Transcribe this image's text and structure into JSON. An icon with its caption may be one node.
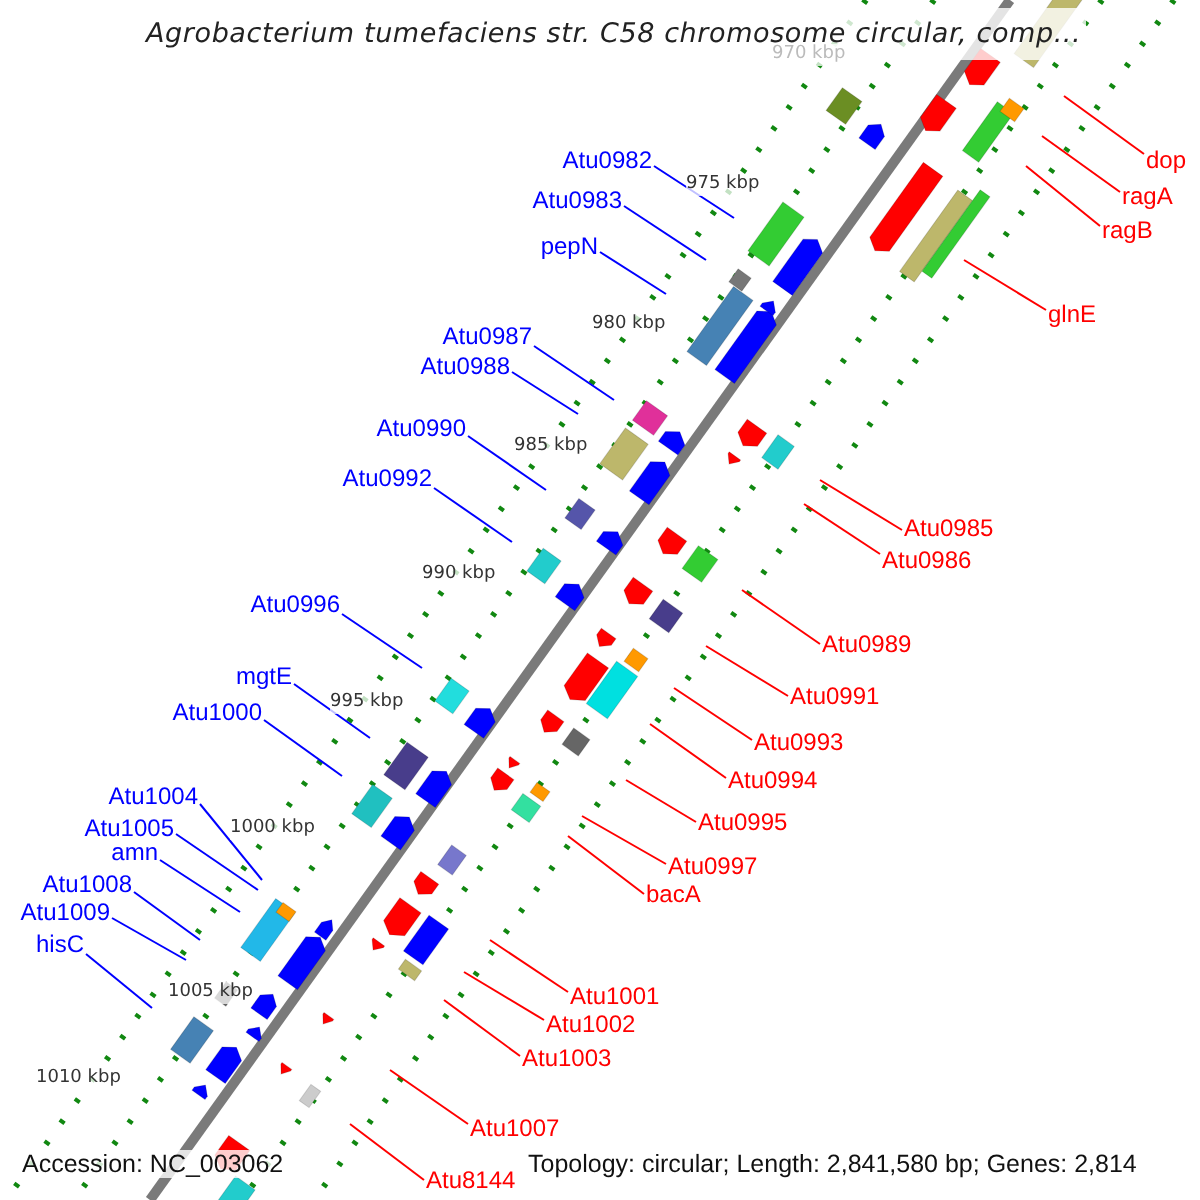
{
  "diagram": {
    "title": "Agrobacterium tumefaciens str. C58 chromosome circular, comp...",
    "nodes": [
      {
        "text": [
          "Atu0982"
        ]
      },
      {
        "text": [
          "dop"
        ]
      },
      {
        "text": [
          "ragA"
        ]
      },
      {
        "text": [
          "Atu0983"
        ]
      },
      {
        "text": [
          "ragB"
        ]
      },
      {
        "text": [
          "pepN"
        ]
      },
      {
        "text": [
          "glnE"
        ]
      },
      {
        "text": [
          "Atu0987"
        ]
      },
      {
        "text": [
          "Atu0988"
        ]
      },
      {
        "text": [
          "Atu0990"
        ]
      },
      {
        "text": [
          "Atu0992"
        ]
      },
      {
        "text": [
          "Atu0985"
        ]
      },
      {
        "text": [
          "Atu0986"
        ]
      },
      {
        "text": [
          "Atu0996"
        ]
      },
      {
        "text": [
          "Atu0989"
        ]
      },
      {
        "text": [
          "mgtE"
        ]
      },
      {
        "text": [
          "Atu0991"
        ]
      },
      {
        "text": [
          "Atu1000"
        ]
      },
      {
        "text": [
          "Atu0993"
        ]
      },
      {
        "text": [
          "Atu0994"
        ]
      },
      {
        "text": [
          "Atu1004"
        ]
      },
      {
        "text": [
          "Atu0995"
        ]
      },
      {
        "text": [
          "Atu1005"
        ]
      },
      {
        "text": [
          "amn"
        ]
      },
      {
        "text": [
          "Atu0997"
        ]
      },
      {
        "text": [
          "Atu1008"
        ]
      },
      {
        "text": [
          "bacA"
        ]
      },
      {
        "text": [
          "Atu1009"
        ]
      },
      {
        "text": [
          "hisC"
        ]
      },
      {
        "text": [
          "Atu1001"
        ]
      },
      {
        "text": [
          "Atu1002"
        ]
      },
      {
        "text": [
          "Atu1003"
        ]
      },
      {
        "text": [
          "Atu1007"
        ]
      },
      {
        "text": [
          "Atu8144"
        ]
      }
    ],
    "edges": [
      {
        "from": 0,
        "to": null,
        "arrow": "none",
        "color": "#0000ff"
      },
      {
        "from": 1,
        "to": null,
        "arrow": "none"
      },
      {
        "from": 2,
        "to": null,
        "arrow": "none"
      },
      {
        "from": 3,
        "to": null,
        "arrow": "none",
        "color": "#0000ff"
      },
      {
        "from": 4,
        "to": null,
        "arrow": "none"
      },
      {
        "from": 5,
        "to": null,
        "arrow": "none",
        "color": "#0000ff"
      },
      {
        "from": 6,
        "to": null,
        "arrow": "none"
      },
      {
        "from": 7,
        "to": null,
        "arrow": "none",
        "color": "#0000ff"
      },
      {
        "from": 8,
        "to": null,
        "arrow": "none",
        "color": "#0000ff"
      },
      {
        "from": 9,
        "to": null,
        "arrow": "none",
        "color": "#0000ff"
      },
      {
        "from": 10,
        "to": null,
        "arrow": "none",
        "color": "#0000ff"
      },
      {
        "from": 11,
        "to": null,
        "arrow": "none"
      },
      {
        "from": 12,
        "to": null,
        "arrow": "none"
      },
      {
        "from": 13,
        "to": null,
        "arrow": "none",
        "color": "#0000ff"
      },
      {
        "from": 14,
        "to": null,
        "arrow": "none"
      },
      {
        "from": 15,
        "to": null,
        "arrow": "none",
        "color": "#0000ff"
      },
      {
        "from": 16,
        "to": null,
        "arrow": "none"
      },
      {
        "from": 17,
        "to": null,
        "arrow": "none",
        "color": "#0000ff"
      },
      {
        "from": 18,
        "to": null,
        "arrow": "none"
      },
      {
        "from": 19,
        "to": null,
        "arrow": "none"
      },
      {
        "from": 20,
        "to": null,
        "arrow": "none",
        "color": "#0000ff"
      },
      {
        "from": 21,
        "to": null,
        "arrow": "none"
      },
      {
        "from": 22,
        "to": null,
        "arrow": "none",
        "color": "#0000ff"
      },
      {
        "from": 23,
        "to": null,
        "arrow": "none",
        "color": "#0000ff"
      },
      {
        "from": 24,
        "to": null,
        "arrow": "none"
      },
      {
        "from": 25,
        "to": null,
        "arrow": "none",
        "color": "#0000ff"
      },
      {
        "from": 26,
        "to": null,
        "arrow": "none"
      },
      {
        "from": 27,
        "to": null,
        "arrow": "none",
        "color": "#0000ff"
      },
      {
        "from": 28,
        "to": null,
        "arrow": "none",
        "color": "#0000ff"
      },
      {
        "from": 29,
        "to": null,
        "arrow": "none"
      },
      {
        "from": 30,
        "to": null,
        "arrow": "none"
      },
      {
        "from": 31,
        "to": null,
        "arrow": "none"
      },
      {
        "from": 32,
        "to": null,
        "arrow": "none"
      },
      {
        "from": 33,
        "to": null,
        "arrow": "none"
      }
    ],
    "labels": [
      "970 kbp",
      "975 kbp",
      "980 kbp",
      "985 kbp",
      "990 kbp",
      "995 kbp",
      "1000 kbp",
      "1005 kbp",
      "1010 kbp",
      "Accession: NC_003062",
      "Topology: circular; Length: 2,841,580 bp; Genes: 2,814"
    ]
  }
}
